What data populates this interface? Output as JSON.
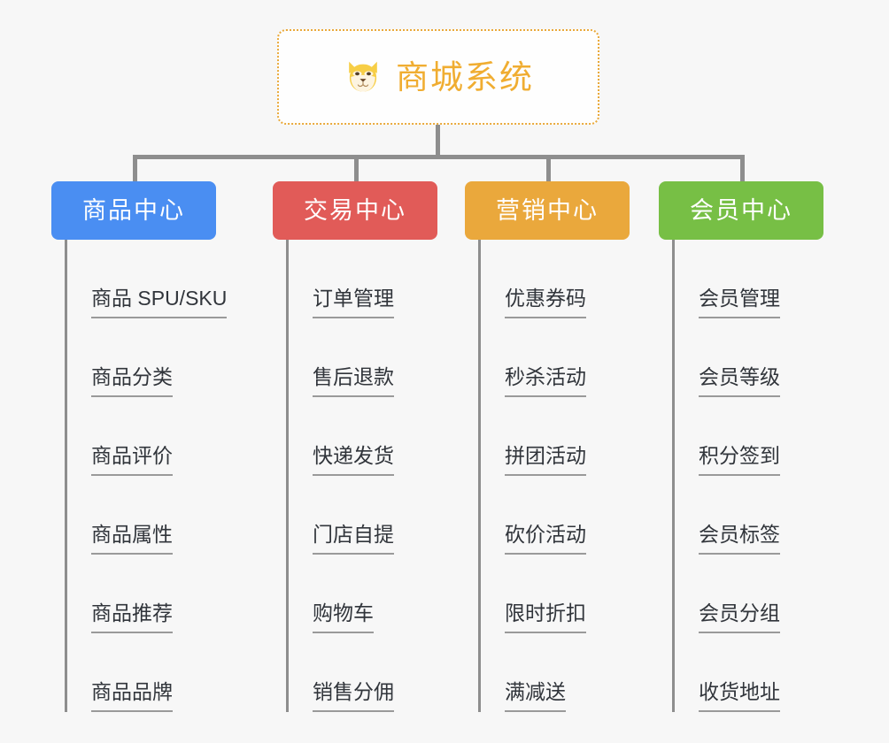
{
  "root": {
    "title": "商城系统",
    "icon": "shiba-dog-face-icon",
    "border_color": "#e9a93a",
    "text_color": "#f0ad31",
    "background": "#fefefe"
  },
  "canvas": {
    "background": "#f7f7f7",
    "connector_color": "#8e8e8e"
  },
  "columns": [
    {
      "label": "商品中心",
      "color": "#4a8ef2",
      "items": [
        "商品 SPU/SKU",
        "商品分类",
        "商品评价",
        "商品属性",
        "商品推荐",
        "商品品牌"
      ]
    },
    {
      "label": "交易中心",
      "color": "#e15b58",
      "items": [
        "订单管理",
        "售后退款",
        "快递发货",
        "门店自提",
        "购物车",
        "销售分佣"
      ]
    },
    {
      "label": "营销中心",
      "color": "#eaa83c",
      "items": [
        "优惠券码",
        "秒杀活动",
        "拼团活动",
        "砍价活动",
        "限时折扣",
        "满减送"
      ]
    },
    {
      "label": "会员中心",
      "color": "#77bf45",
      "items": [
        "会员管理",
        "会员等级",
        "积分签到",
        "会员标签",
        "会员分组",
        "收货地址"
      ]
    }
  ]
}
